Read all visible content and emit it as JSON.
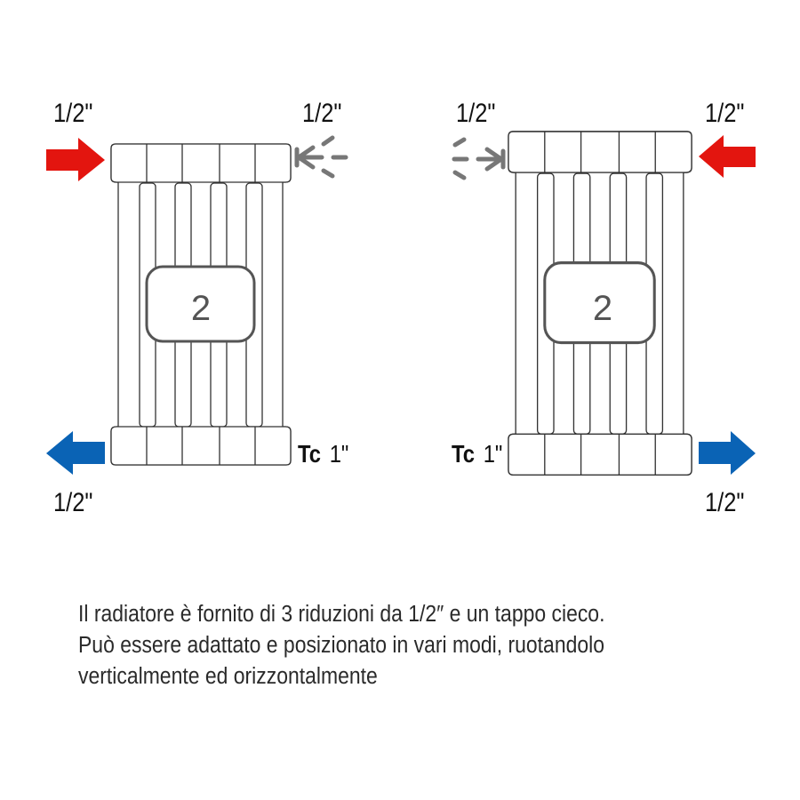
{
  "colors": {
    "hot": "#e3150f",
    "cold": "#0a63b5",
    "cap": "#777777",
    "outline": "#333333",
    "label_box": "#555555"
  },
  "left_diagram": {
    "top_left_label": "1/2\"",
    "top_right_label": "1/2\"",
    "bottom_left_label": "1/2\"",
    "section_count_label": "2",
    "tc_prefix": "Tc",
    "tc_size": "1\""
  },
  "right_diagram": {
    "top_left_label": "1/2\"",
    "top_right_label": "1/2\"",
    "bottom_right_label": "1/2\"",
    "section_count_label": "2",
    "tc_prefix": "Tc",
    "tc_size": "1\""
  },
  "description": {
    "lines": [
      "Il radiatore è fornito di 3 riduzioni da 1/2″ e un tappo cieco.",
      "Può essere adattato e posizionato in vari modi, ruotandolo",
      "verticalmente ed orizzontalmente"
    ]
  }
}
